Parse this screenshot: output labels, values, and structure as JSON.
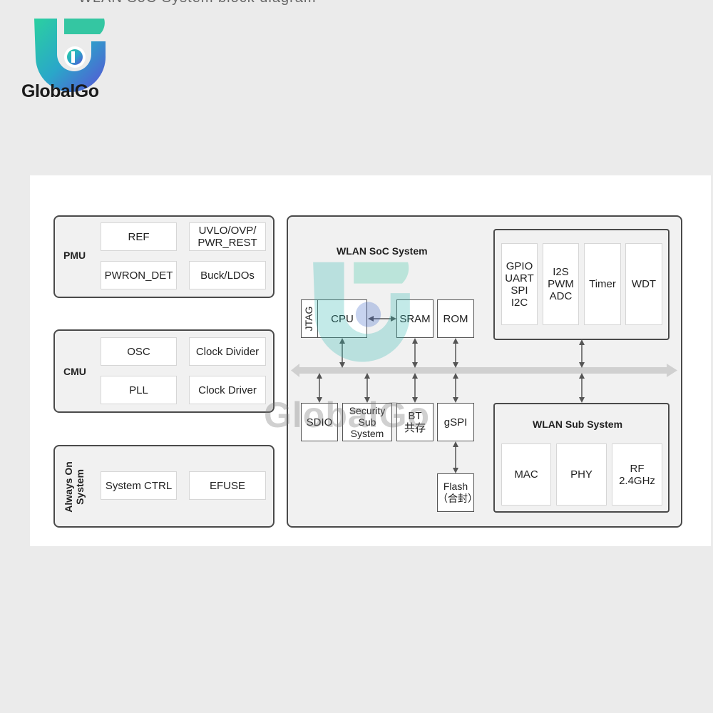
{
  "page": {
    "brand": "GlobalGo",
    "watermark": "GlobalGo",
    "top_text": "WLAN SoC System block diagram"
  },
  "diagram": {
    "pmu": {
      "label": "PMU",
      "blocks": [
        "REF",
        "UVLO/OVP/\nPWR_REST",
        "PWRON_DET",
        "Buck/LDOs"
      ]
    },
    "cmu": {
      "label": "CMU",
      "blocks": [
        "OSC",
        "Clock Divider",
        "PLL",
        "Clock Driver"
      ]
    },
    "always_on": {
      "label": "Always On\nSystem",
      "blocks": [
        "System CTRL",
        "EFUSE"
      ]
    },
    "soc": {
      "title": "WLAN SoC System",
      "jtag": "JTAG",
      "cpu": "CPU",
      "sram": "SRAM",
      "rom": "ROM",
      "sdio": "SDIO",
      "security": "Security\nSub\nSystem",
      "bt": "BT\n共存",
      "gspi": "gSPI",
      "flash": "Flash\n（合封）",
      "peripherals": [
        "GPIO\nUART\nSPI\nI2C",
        "I2S\nPWM\nADC",
        "Timer",
        "WDT"
      ],
      "wlan_sub": {
        "title": "WLAN Sub System",
        "blocks": [
          "MAC",
          "PHY",
          "RF\n2.4GHz"
        ]
      }
    }
  },
  "colors": {
    "border": "#4a4a4a",
    "group_fill": "#f1f1f1",
    "bus": "#d0d0d0",
    "logo_teal": "#2bb5b0",
    "logo_blue": "#3b63c9"
  }
}
